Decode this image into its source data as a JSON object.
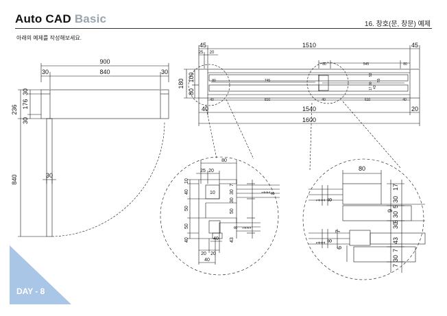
{
  "header": {
    "title_main": "Auto CAD",
    "title_sub": "Basic",
    "chapter": "16. 창호(문, 창문) 예제",
    "accent_color": "#9aa4ad"
  },
  "instruction": "아래의 예제를 작성해보세요.",
  "day_badge": {
    "label": "DAY - 8",
    "color": "#a9c6e6"
  },
  "door_plan": {
    "dims": {
      "total_width": "900",
      "left_jamb": "30",
      "opening": "840",
      "right_jamb": "30",
      "side_total": "236",
      "side_top": "30",
      "side_mid": "176",
      "side_bottom": "30",
      "swing_radius": "840",
      "leaf_thick": "30"
    }
  },
  "window_section": {
    "dims": {
      "top_left": "45",
      "top_mid": "1510",
      "top_right": "45",
      "top_sub_a": "25",
      "top_sub_b": "20",
      "height_total": "180",
      "height_a": "80",
      "height_b": "100",
      "inner_80_a": "80",
      "inner_545": "545",
      "inner_80_b": "80",
      "inner_745": "745",
      "inner_80_c": "80",
      "bottom_40_a": "40",
      "bottom_810": "810",
      "bottom_40_b": "40",
      "bottom_610": "610",
      "bottom_40_c": "40",
      "b_left": "40",
      "b_mid": "1540",
      "b_right": "20",
      "b_total": "1600",
      "v_53": "53",
      "v_30_a": "30",
      "v_17": "17",
      "v_43": "43",
      "v_55": "55"
    }
  },
  "detail_left": {
    "dims": {
      "top_80": "80",
      "top_25": "25",
      "top_20": "20",
      "left_10": "10",
      "left_40_a": "40",
      "left_50_a": "50",
      "left_50_b": "50",
      "left_40_b": "40",
      "inner_10": "10",
      "r_30_a": "30",
      "r_7": "7",
      "r_50": "50",
      "r_30_b": "30",
      "r_8_a": "8",
      "r_43": "43",
      "r_1a": "1",
      "r_1b": "1",
      "r_1c": "1",
      "r_8_b": "8",
      "r_1d": "1",
      "r_1e": "1",
      "r_1f": "1",
      "mid_40": "40",
      "bot_20_a": "20",
      "bot_20_b": "20",
      "bot_40": "40"
    }
  },
  "detail_right": {
    "dims": {
      "top_80": "80",
      "v_17": "17",
      "v_30_a": "30",
      "v_5": "5",
      "v_9": "9",
      "v_30_b": "30",
      "v_5b": "5",
      "v_30_c": "30",
      "v_43": "43",
      "v_7_a": "7",
      "v_30_d": "30",
      "v_7_b": "7",
      "l_8_a": "8",
      "l_7": "7",
      "l_8_b": "8",
      "l_6": "6",
      "l_1a": "1",
      "l_1b": "1",
      "l_1c": "1",
      "l_1d": "1",
      "l_1e": "1",
      "l_1f": "1"
    }
  }
}
